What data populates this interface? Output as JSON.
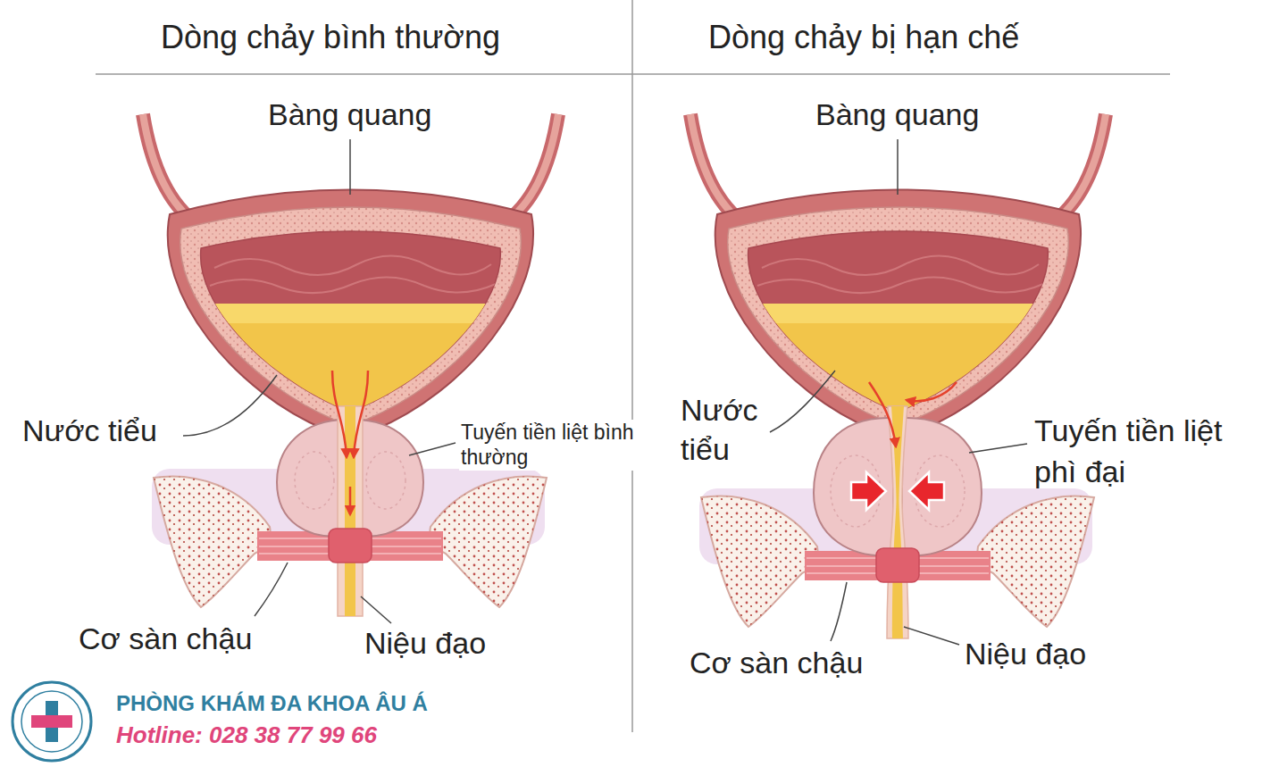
{
  "diagram": {
    "labels": [
      "Dòng chảy bình thường",
      "Dòng chảy bị hạn chế",
      "Bàng quang",
      "Bàng quang",
      "Nước tiểu",
      "Tuyến tiền liệt bình thường",
      "Nước tiểu",
      "Tuyến tiền liệt phì đại",
      "Cơ sàn chậu",
      "Niệu đạo",
      "Cơ sàn chậu",
      "Niệu đạo",
      "PHÒNG KHÁM ĐA KHOA ÂU Á",
      "Hotline: 028 38 77 99 66"
    ]
  }
}
